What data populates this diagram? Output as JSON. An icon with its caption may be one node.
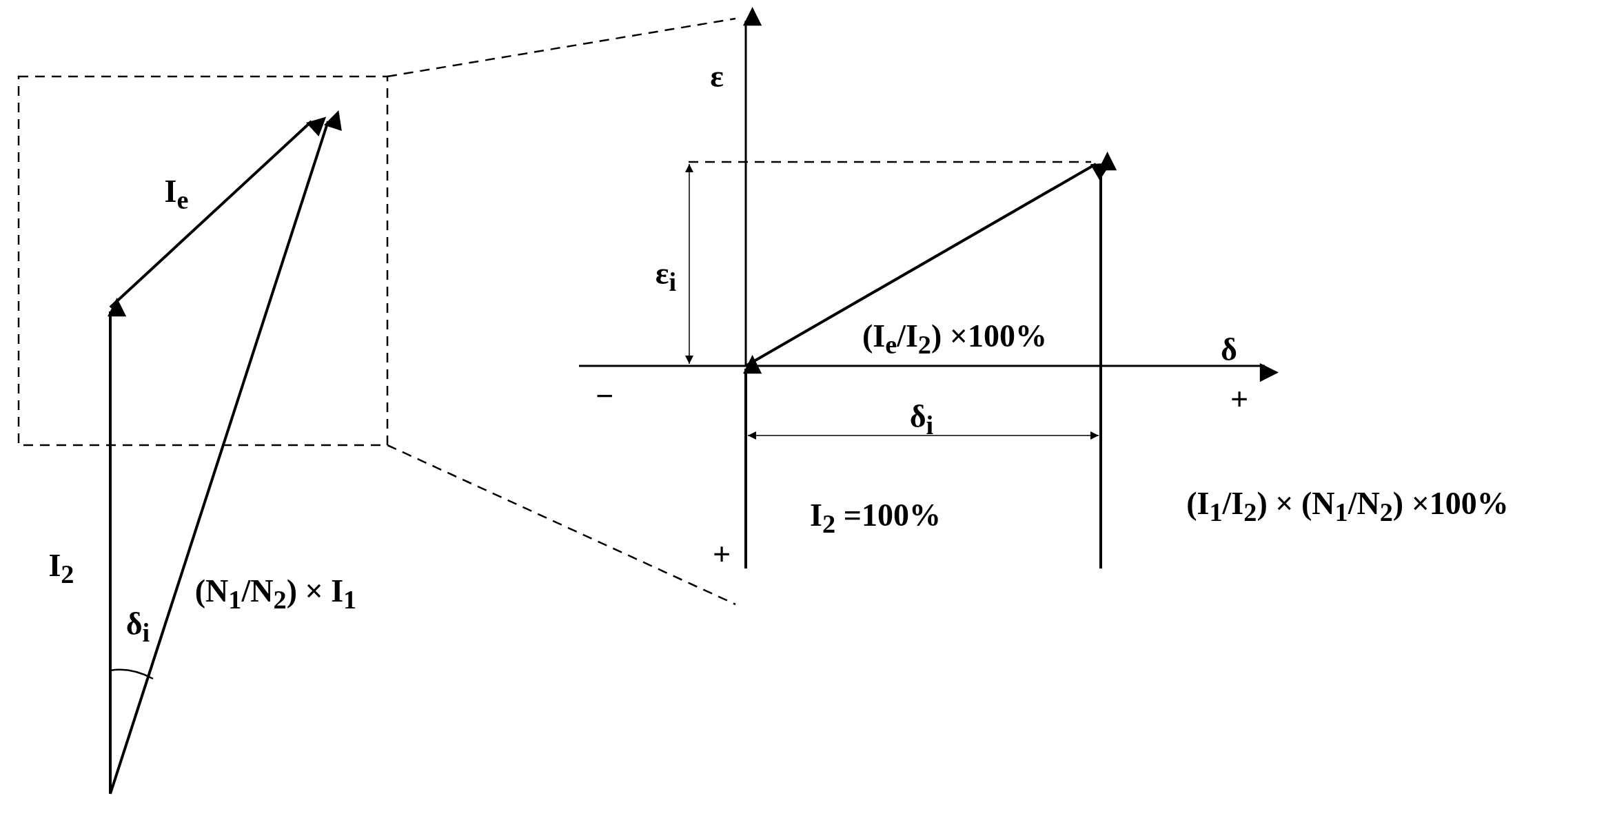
{
  "diagram": {
    "labels": [
      "I$_{e}$",
      "I$_{2}$",
      "δ$_{i}$",
      "(N$_{1}$/N$_{2}$) × I$_{1}$",
      "ε",
      "ε$_{i}$",
      "(I$_{e}$/I$_{2}$) ×100%",
      "δ",
      "−",
      "+",
      "δ$_{i}$",
      "I$_{2}$ =100%",
      "(I$_{1}$/I$_{2}$) × (N$_{1}$/N$_{2}$) ×100%",
      "+"
    ]
  }
}
